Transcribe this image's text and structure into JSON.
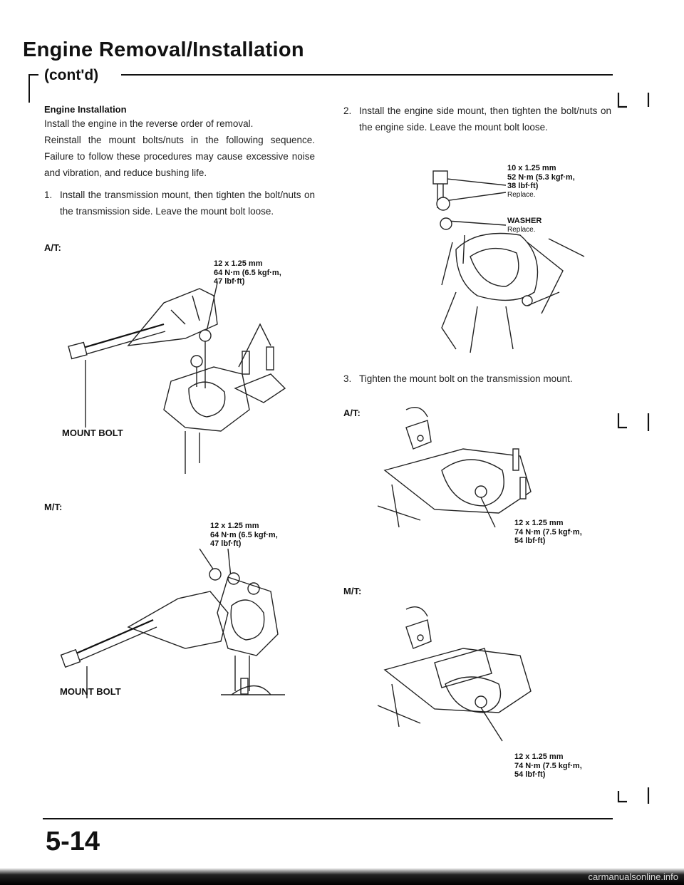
{
  "page": {
    "title": "Engine Removal/Installation",
    "subtitle": "(cont'd)",
    "page_number": "5-14",
    "watermark": "carmanualsonline.info"
  },
  "left": {
    "heading": "Engine Installation",
    "intro_1": "Install the engine in the reverse order of removal.",
    "intro_2": "Reinstall the mount bolts/nuts in the following sequence. Failure to follow these procedures may cause excessive noise and vibration, and reduce bushing life.",
    "step1_num": "1.",
    "step1_text": "Install the transmission mount, then tighten the bolt/nuts on the transmission side. Leave the mount bolt loose.",
    "at_label": "A/T:",
    "at_callout_1": "12 x 1.25 mm",
    "at_callout_2": "64 N·m (6.5 kgf·m,",
    "at_callout_3": "47 lbf·ft)",
    "at_bolt_label": "MOUNT BOLT",
    "mt_label": "M/T:",
    "mt_callout_1": "12 x 1.25 mm",
    "mt_callout_2": "64 N·m (6.5 kgf·m,",
    "mt_callout_3": "47 lbf·ft)",
    "mt_bolt_label": "MOUNT BOLT"
  },
  "right": {
    "step2_num": "2.",
    "step2_text": "Install the engine side mount, then tighten the bolt/nuts on the engine side. Leave the mount bolt loose.",
    "side_callout_1": "10 x 1.25 mm",
    "side_callout_2": "52 N·m (5.3 kgf·m,",
    "side_callout_3": "38 lbf·ft)",
    "side_replace": "Replace.",
    "washer_label": "WASHER",
    "washer_replace": "Replace.",
    "step3_num": "3.",
    "step3_text": "Tighten the mount bolt on the transmission mount.",
    "at_label": "A/T:",
    "at_callout_1": "12 x 1.25 mm",
    "at_callout_2": "74 N·m (7.5 kgf·m,",
    "at_callout_3": "54 lbf·ft)",
    "mt_label": "M/T:",
    "mt_callout_1": "12 x 1.25 mm",
    "mt_callout_2": "74 N·m (7.5 kgf·m,",
    "mt_callout_3": "54 lbf·ft)"
  }
}
